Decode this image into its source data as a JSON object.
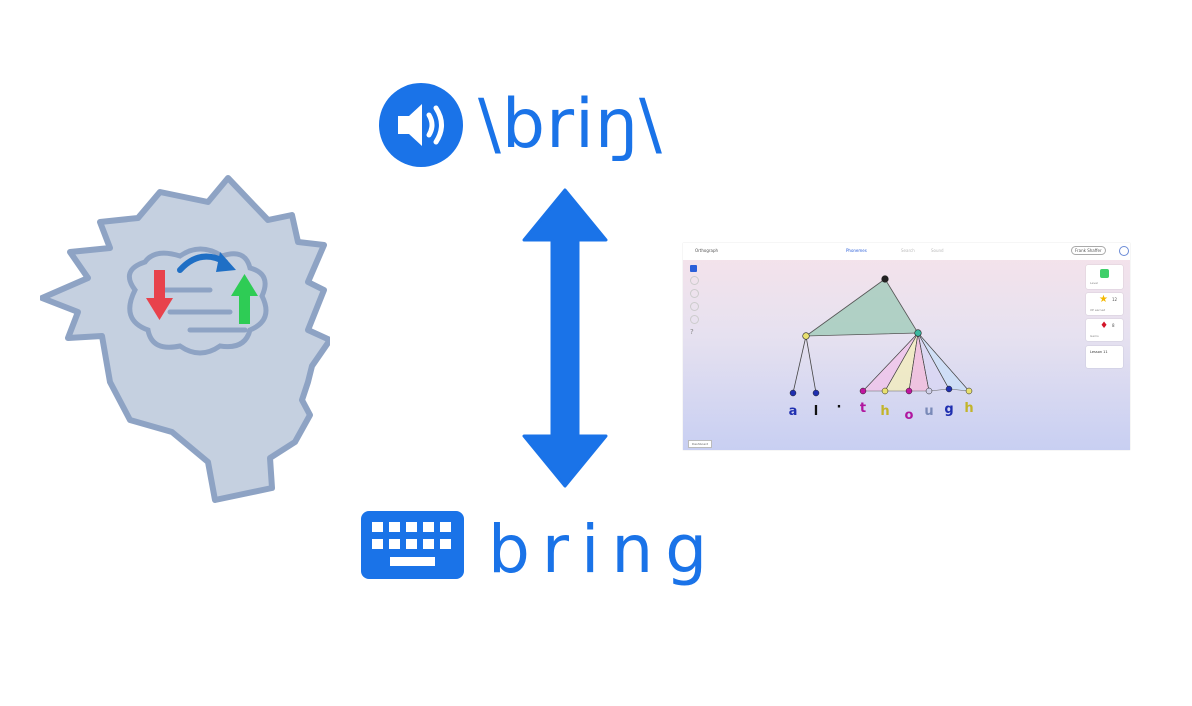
{
  "pronunciation": "\\briŋ\\",
  "spelling": "bring",
  "icons": {
    "head": "brain-processing-head-icon",
    "speaker": "speaker-volume-icon",
    "arrow": "double-vertical-arrow-icon",
    "keyboard": "keyboard-icon"
  },
  "colors": {
    "accent": "#1a73e8",
    "head_fill": "#c5d0e0",
    "head_stroke": "#8ea3c4",
    "arrow_down": "#e8424c",
    "arrow_up": "#2ecc55",
    "arrow_curve": "#1f6fc5"
  },
  "app": {
    "brand": "Orthograph",
    "nav": [
      "Phonemes",
      "Search",
      "Sound"
    ],
    "user": "Frank Shaffer",
    "footer_button": "Dashboard",
    "word_letters": [
      "a",
      "l",
      "·",
      "t",
      "h",
      "o",
      "u",
      "g",
      "h"
    ],
    "letter_colors": [
      "#1f2fb0",
      "#111111",
      "#111111",
      "#b0169f",
      "#c2b42a",
      "#b0169f",
      "#7a8ab8",
      "#1f2fb0",
      "#c2b42a"
    ],
    "cards": [
      {
        "label": "Level",
        "value": ""
      },
      {
        "label": "XP earned",
        "value": "12"
      },
      {
        "label": "Gems",
        "value": "8"
      },
      {
        "label": "Lesson 11",
        "value": ""
      }
    ]
  }
}
